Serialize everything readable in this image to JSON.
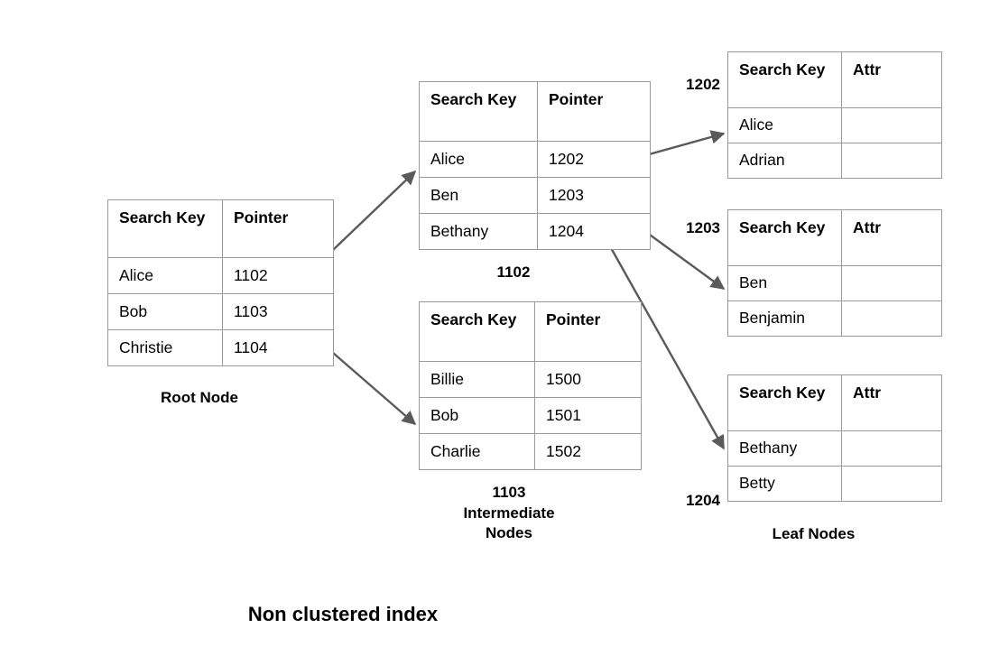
{
  "title": "Non clustered index",
  "colors": {
    "border": "#9a9a9a",
    "arrow": "#5a5a5a",
    "text": "#000000",
    "background": "#ffffff"
  },
  "root_node": {
    "caption": "Root Node",
    "headers": [
      "Search Key",
      "Pointer"
    ],
    "rows": [
      {
        "key": "Alice",
        "pointer": "1102"
      },
      {
        "key": "Bob",
        "pointer": "1103"
      },
      {
        "key": "Christie",
        "pointer": "1104"
      }
    ]
  },
  "intermediate_nodes": [
    {
      "caption": "1102",
      "headers": [
        "Search Key",
        "Pointer"
      ],
      "rows": [
        {
          "key": "Alice",
          "pointer": "1202"
        },
        {
          "key": "Ben",
          "pointer": "1203"
        },
        {
          "key": "Bethany",
          "pointer": "1204"
        }
      ]
    },
    {
      "caption": "1103\nIntermediate\nNodes",
      "headers": [
        "Search Key",
        "Pointer"
      ],
      "rows": [
        {
          "key": "Billie",
          "pointer": "1500"
        },
        {
          "key": "Bob",
          "pointer": "1501"
        },
        {
          "key": "Charlie",
          "pointer": "1502"
        }
      ]
    }
  ],
  "leaf_nodes": [
    {
      "pointer_label": "1202",
      "headers": [
        "Search Key",
        "Attr"
      ],
      "rows": [
        {
          "key": "Alice",
          "attr": ""
        },
        {
          "key": "Adrian",
          "attr": ""
        }
      ]
    },
    {
      "pointer_label": "1203",
      "headers": [
        "Search Key",
        "Attr"
      ],
      "rows": [
        {
          "key": "Ben",
          "attr": ""
        },
        {
          "key": "Benjamin",
          "attr": ""
        }
      ]
    },
    {
      "pointer_label": "1204",
      "headers": [
        "Search Key",
        "Attr"
      ],
      "rows": [
        {
          "key": "Bethany",
          "attr": ""
        },
        {
          "key": "Betty",
          "attr": ""
        }
      ]
    }
  ],
  "leaf_caption": "Leaf Nodes"
}
